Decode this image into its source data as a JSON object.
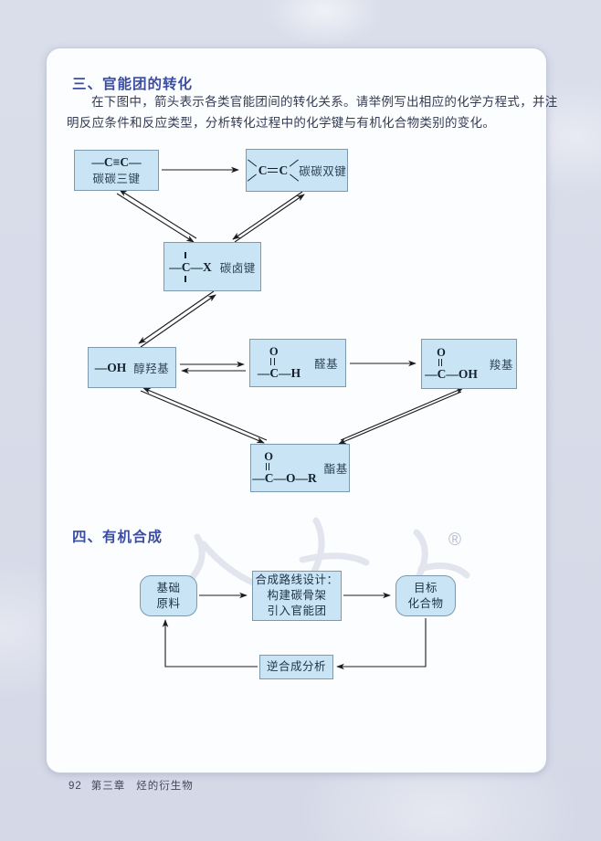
{
  "section3": {
    "title": "三、官能团的转化",
    "paragraph_line1": "在下图中，箭头表示各类官能团间的转化关系。请举例写出相应的化学方程式，并注",
    "paragraph_line2": "明反应条件和反应类型，分析转化过程中的化学键与有机化合物类别的变化。"
  },
  "diagram1": {
    "triple": {
      "formula": "—C≡C—",
      "label": "碳碳三键"
    },
    "double": {
      "c_left": "C",
      "c_right": "C",
      "label": "碳碳双键"
    },
    "halo": {
      "formula": "—C—X",
      "label": "碳卤键"
    },
    "hydroxyl": {
      "formula": "—OH",
      "label": "醇羟基"
    },
    "aldehyde": {
      "oxygen": "O",
      "formula": "—C—H",
      "label": "醛基"
    },
    "carboxyl": {
      "oxygen": "O",
      "formula": "—C—OH",
      "label": "羧基"
    },
    "ester": {
      "oxygen": "O",
      "formula": "—C—O—R",
      "label": "酯基"
    }
  },
  "section4": {
    "title": "四、有机合成",
    "flow": {
      "source_line1": "基础",
      "source_line2": "原料",
      "design_line1": "合成路线设计：",
      "design_line2": "构建碳骨架",
      "design_line3": "引入官能团",
      "target_line1": "目标",
      "target_line2": "化合物",
      "retro": "逆合成分析"
    }
  },
  "watermark": {
    "registered": "®"
  },
  "footer": {
    "page_number": "92",
    "chapter": "第三章",
    "chapter_title": "烃的衍生物"
  },
  "colors": {
    "box_fill": "#c9e5f5",
    "box_border": "#7e99ad",
    "title_blue": "#3b4da0",
    "page_bg": "#d8dce9"
  }
}
